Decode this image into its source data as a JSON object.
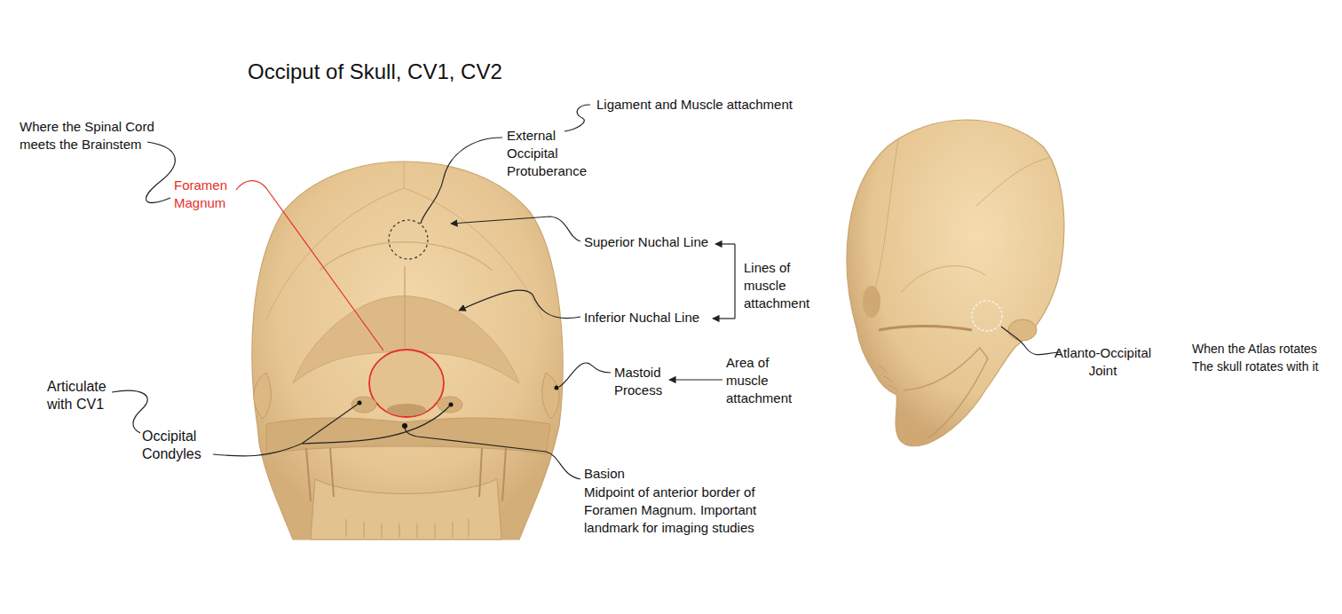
{
  "diagram": {
    "title": "Occiput of Skull, CV1, CV2",
    "labels": [
      "Ligament and Muscle attachment",
      "Where the Spinal Cord meets the Brainstem",
      "External Occipital Protuberance",
      "Foramen Magnum",
      "Superior Nuchal Line",
      "Lines of muscle attachment",
      "Inferior Nuchal Line",
      "Mastoid Process",
      "Area of muscle attachment",
      "Articulate with CV1",
      "Occipital Condyles",
      "Basion",
      "Midpoint of anterior border of Foramen Magnum. Important landmark for imaging studies",
      "Atlanto-Occipital Joint",
      "When the Atlas rotates The skull rotates with it"
    ]
  }
}
